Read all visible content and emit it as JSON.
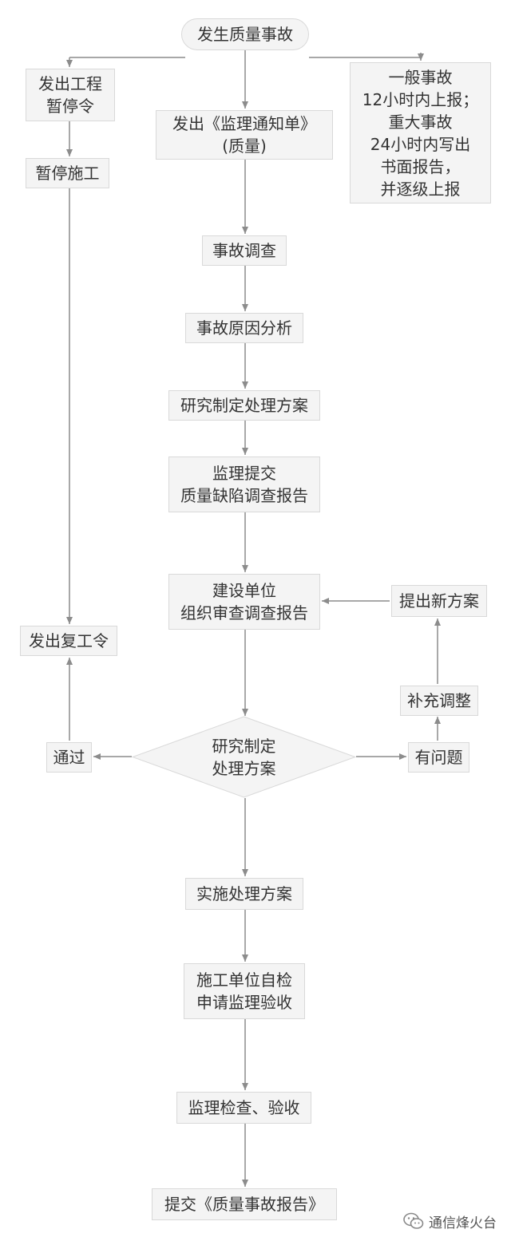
{
  "nodes": {
    "start": "发生质量事故",
    "issue_stop_order": "发出工程\n暂停令",
    "stop_construction": "暂停施工",
    "issue_notice": "发出《监理通知单》\n(质量)",
    "report_rule": "一般事故\n12小时内上报；\n重大事故\n24小时内写出\n书面报告，\n并逐级上报",
    "investigation": "事故调查",
    "cause_analysis": "事故原因分析",
    "plan_study": "研究制定处理方案",
    "submit_report": "监理提交\n质量缺陷调查报告",
    "owner_review": "建设单位\n组织审查调查报告",
    "new_plan": "提出新方案",
    "resume_order": "发出复工令",
    "adjust": "补充调整",
    "decision": "研究制定\n处理方案",
    "pass": "通过",
    "problem": "有问题",
    "implement": "实施处理方案",
    "self_check": "施工单位自检\n申请监理验收",
    "supervision_check": "监理检查、验收",
    "final_report": "提交《质量事故报告》"
  },
  "watermark": "通信烽火台",
  "colors": {
    "node_fill": "#f4f4f4",
    "node_border": "#d9d9d9",
    "edge": "#8c8c8c",
    "text": "#333333"
  }
}
